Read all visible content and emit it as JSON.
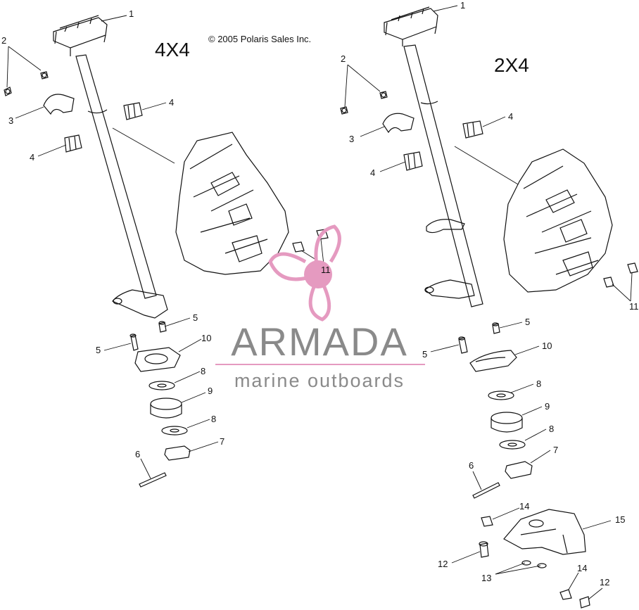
{
  "copyright": "© 2005 Polaris Sales Inc.",
  "variants": {
    "left": "4X4",
    "right": "2X4"
  },
  "watermark": {
    "brand": "ARMADA",
    "tagline": "marine outboards",
    "logo_color": "#e59ac0",
    "text_color": "#8a8a8a"
  },
  "callouts": {
    "left": [
      "1",
      "2",
      "3",
      "4",
      "4",
      "5",
      "5",
      "10",
      "8",
      "9",
      "8",
      "7",
      "6",
      "11"
    ],
    "right": [
      "1",
      "2",
      "3",
      "4",
      "4",
      "5",
      "5",
      "10",
      "8",
      "9",
      "8",
      "7",
      "6",
      "11",
      "14",
      "15",
      "12",
      "13",
      "14",
      "12"
    ]
  }
}
